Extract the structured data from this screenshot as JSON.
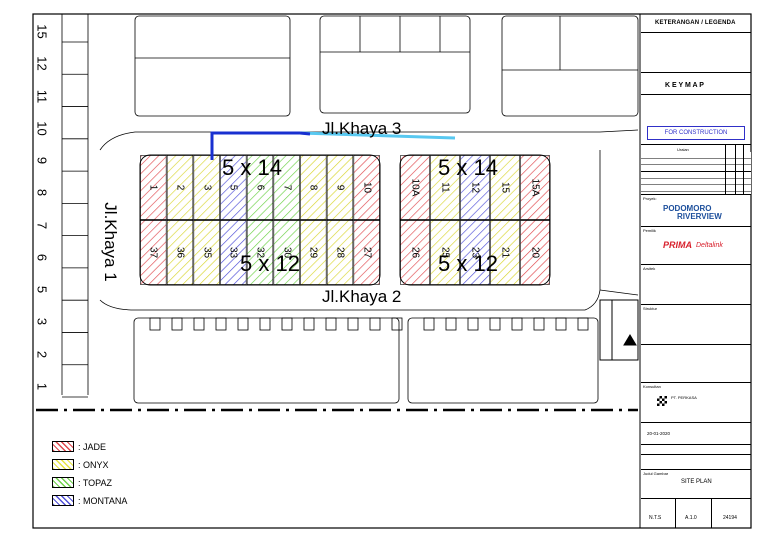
{
  "streets": {
    "khaya1": "Jl.Khaya 1",
    "khaya2": "Jl.Khaya 2",
    "khaya3": "Jl.Khaya 3"
  },
  "dimensions": {
    "top_left": "5 x 14",
    "top_right": "5 x 14",
    "bottom_left": "5 x 12",
    "bottom_right": "5 x 12"
  },
  "west_lots": [
    "15",
    "12",
    "11",
    "10",
    "9",
    "8",
    "7",
    "6",
    "5",
    "3",
    "2",
    "1"
  ],
  "block_a_top": [
    {
      "label": "1",
      "type": "jade"
    },
    {
      "label": "2",
      "type": "onyx"
    },
    {
      "label": "3",
      "type": "onyx"
    },
    {
      "label": "5",
      "type": "montana"
    },
    {
      "label": "6",
      "type": "topaz"
    },
    {
      "label": "7",
      "type": "topaz"
    },
    {
      "label": "8",
      "type": "onyx"
    },
    {
      "label": "9",
      "type": "onyx"
    },
    {
      "label": "10",
      "type": "jade"
    }
  ],
  "block_a_bottom": [
    {
      "label": "37",
      "type": "jade"
    },
    {
      "label": "36",
      "type": "onyx"
    },
    {
      "label": "35",
      "type": "onyx"
    },
    {
      "label": "33",
      "type": "montana"
    },
    {
      "label": "32",
      "type": "topaz"
    },
    {
      "label": "30",
      "type": "topaz"
    },
    {
      "label": "29",
      "type": "onyx"
    },
    {
      "label": "28",
      "type": "onyx"
    },
    {
      "label": "27",
      "type": "jade"
    }
  ],
  "block_b_top": [
    {
      "label": "10A",
      "type": "jade"
    },
    {
      "label": "11",
      "type": "onyx"
    },
    {
      "label": "12",
      "type": "montana"
    },
    {
      "label": "15",
      "type": "onyx"
    },
    {
      "label": "15A",
      "type": "jade"
    }
  ],
  "block_b_bottom": [
    {
      "label": "26",
      "type": "jade"
    },
    {
      "label": "25",
      "type": "onyx"
    },
    {
      "label": "23",
      "type": "montana"
    },
    {
      "label": "21",
      "type": "onyx"
    },
    {
      "label": "20",
      "type": "jade"
    }
  ],
  "legend": [
    {
      "key": "jade",
      "label": ": JADE"
    },
    {
      "key": "onyx",
      "label": ": ONYX"
    },
    {
      "key": "topaz",
      "label": ": TOPAZ"
    },
    {
      "key": "montana",
      "label": ": MONTANA"
    }
  ],
  "colors": {
    "jade": "#e0474c",
    "onyx": "#e7e640",
    "topaz": "#6fd24a",
    "montana": "#4f4fd8",
    "route": "#1830d0",
    "route_end": "#58c8f0",
    "stamp": "#3030c8",
    "brand_blue": "#1d4f9c",
    "prima_red": "#d8202c"
  },
  "title_block": {
    "legend_title": "KETERANGAN / LEGENDA",
    "key_map": "K E Y   M A P",
    "stamp": "FOR CONSTRUCTION",
    "revision_header": "Uraian",
    "project_label": "Proyek:",
    "project_logo_line1": "PODOMORO",
    "project_logo_line2": "RIVERVIEW",
    "owner_label": "Pemilik",
    "developer_logo_main": "PRIMA",
    "developer_logo_sub": "Deltalink",
    "architect_label": "Arsitek",
    "structure_label": "Struktur",
    "consultant_label": "Konsultan",
    "company": "PT. PERKASA",
    "date": "20-01-2020",
    "drawing_title_label": "Judul Gambar",
    "drawing_title": "SITE PLAN",
    "scale": "N.T.S",
    "sheet_no": "A.1.0",
    "drawing_no": "24194"
  }
}
